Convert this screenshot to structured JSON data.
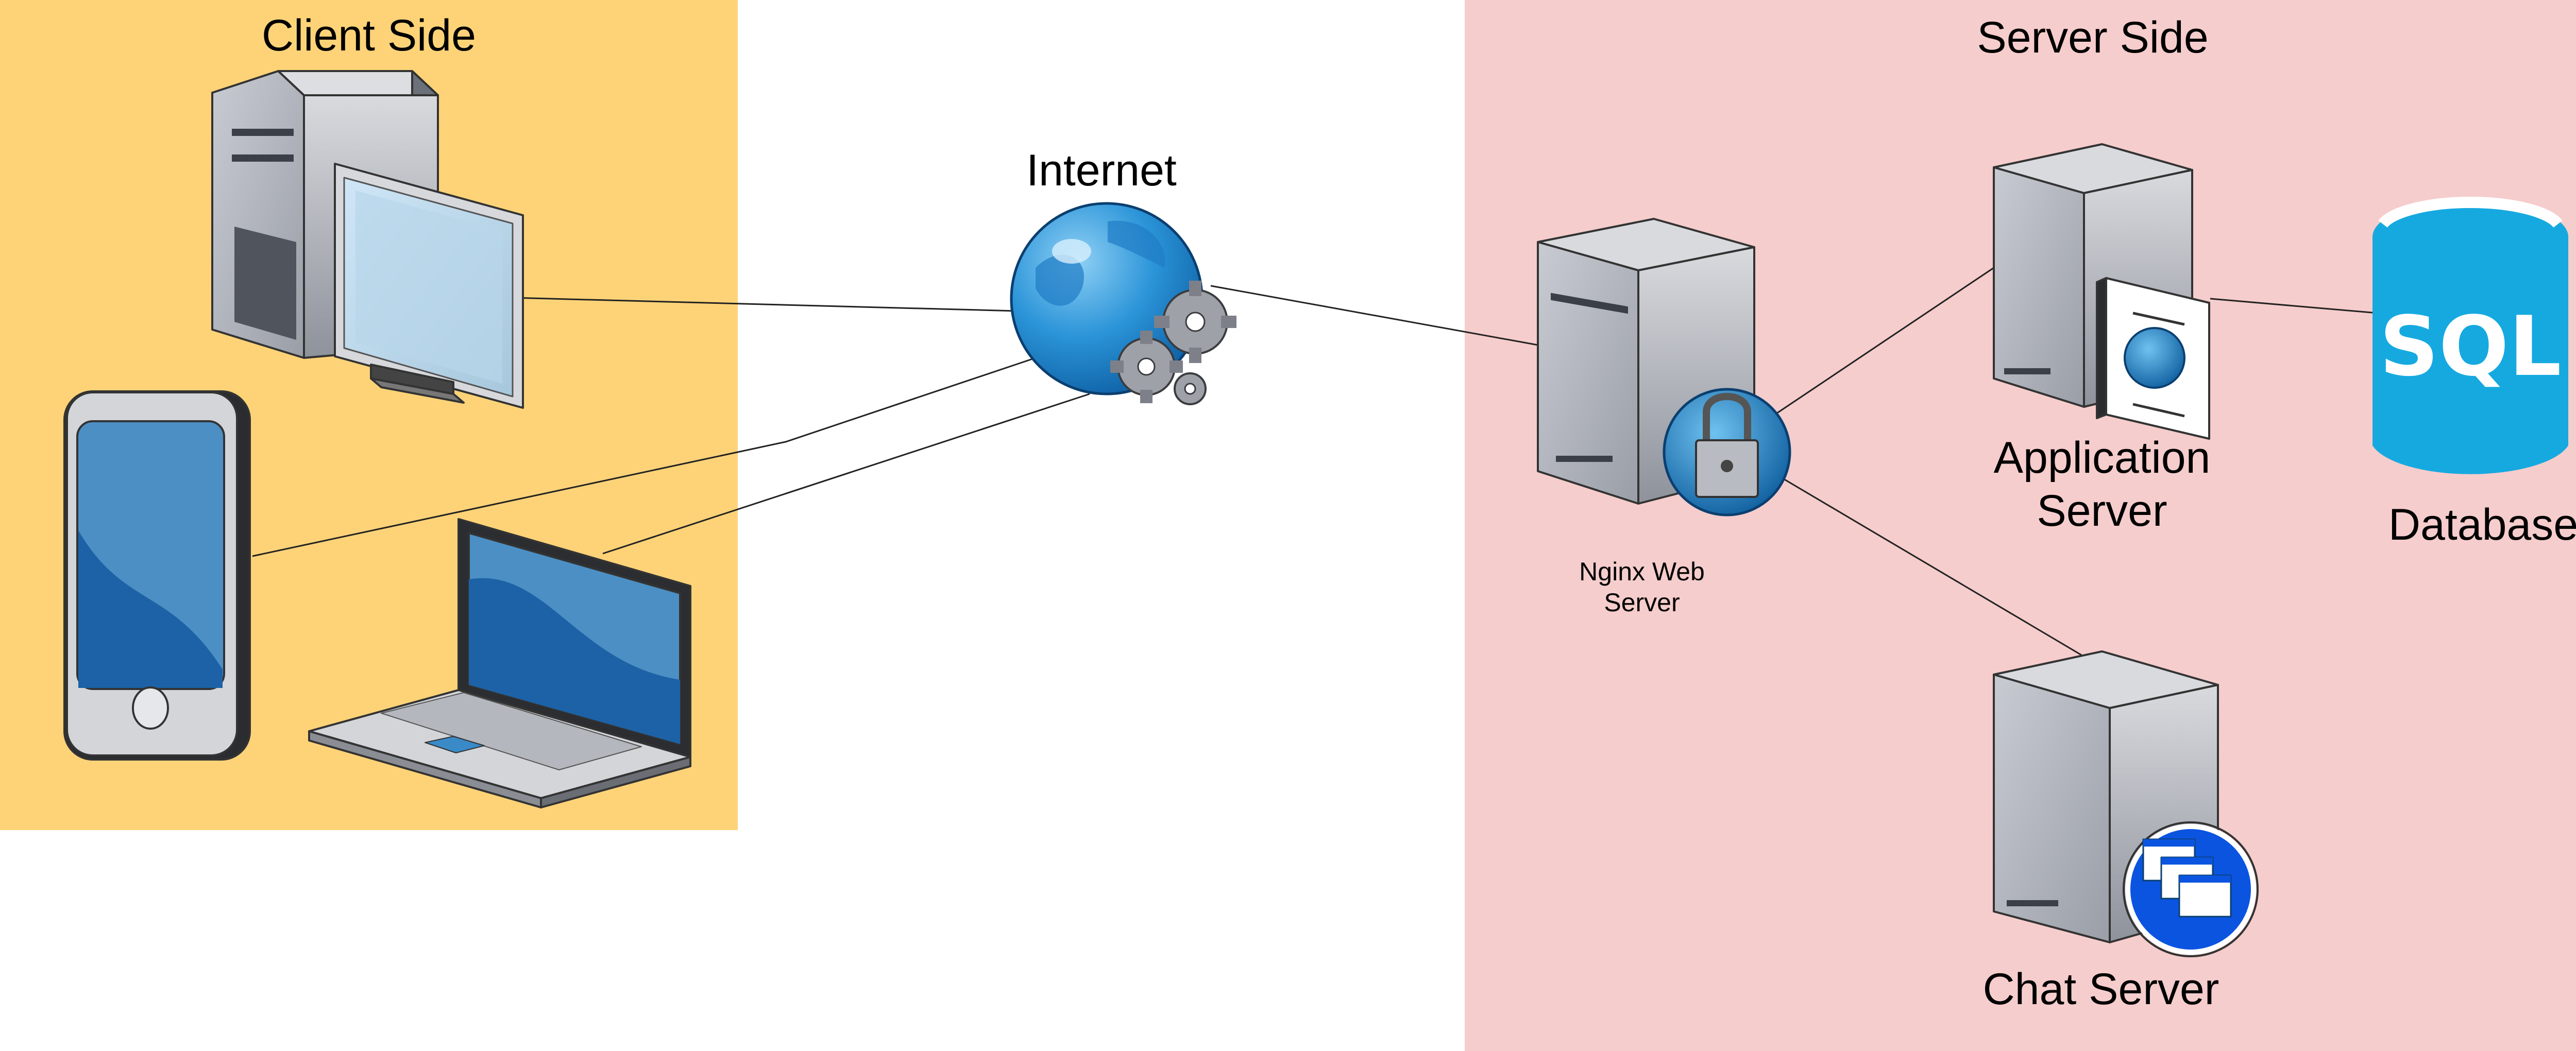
{
  "colors": {
    "client_zone": "#fed378",
    "server_zone": "#f5cdcc",
    "server_body": "#a8abb3",
    "screen_blue": "#63a3d1",
    "globe_blue": "#1a82cc",
    "database": "#16a9e0",
    "chat_badge": "#0b54e0"
  },
  "zones": {
    "client": {
      "title": "Client Side"
    },
    "server": {
      "title": "Server Side"
    }
  },
  "nodes": {
    "internet": {
      "label": "Internet",
      "icon": "globe-gears-icon"
    },
    "desktop": {
      "icon": "desktop-computer-icon"
    },
    "tablet": {
      "icon": "tablet-icon"
    },
    "laptop": {
      "icon": "laptop-icon"
    },
    "nginx": {
      "label": "Nginx Web\nServer",
      "icon": "secure-server-icon"
    },
    "app_server": {
      "label": "Application\nServer",
      "icon": "application-server-icon"
    },
    "database": {
      "label": "Database",
      "icon_text": "SQL",
      "icon": "database-cylinder-icon"
    },
    "chat_server": {
      "label": "Chat Server",
      "icon": "chat-server-icon"
    }
  },
  "edges": [
    {
      "from": "desktop",
      "to": "internet"
    },
    {
      "from": "tablet",
      "to": "internet"
    },
    {
      "from": "laptop",
      "to": "internet"
    },
    {
      "from": "internet",
      "to": "nginx"
    },
    {
      "from": "nginx",
      "to": "app_server"
    },
    {
      "from": "nginx",
      "to": "chat_server"
    },
    {
      "from": "app_server",
      "to": "database"
    }
  ]
}
